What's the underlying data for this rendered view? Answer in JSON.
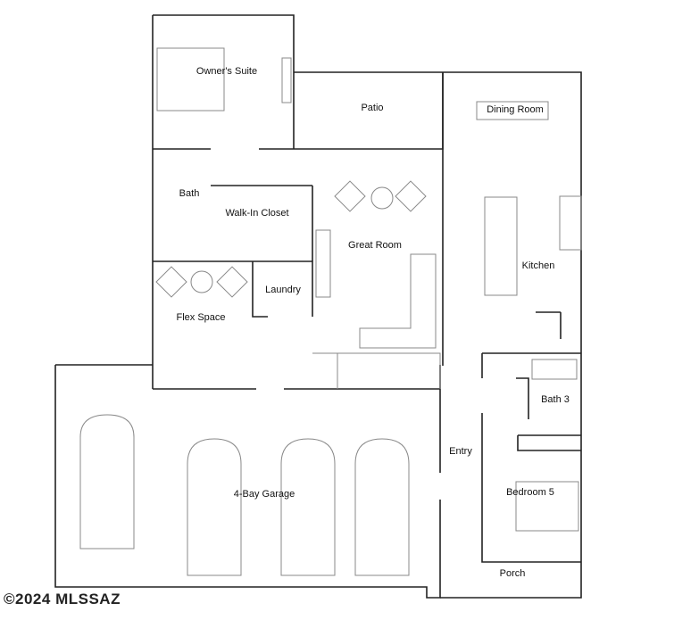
{
  "rooms": {
    "owners_suite": "Owner's Suite",
    "patio": "Patio",
    "dining_room": "Dining Room",
    "bath": "Bath",
    "walk_in_closet": "Walk-In Closet",
    "great_room": "Great Room",
    "kitchen": "Kitchen",
    "laundry": "Laundry",
    "flex_space": "Flex Space",
    "bath_3": "Bath 3",
    "entry": "Entry",
    "bedroom_5": "Bedroom 5",
    "garage": "4-Bay Garage",
    "porch": "Porch"
  },
  "watermark": "©2024 MLSSAZ",
  "colors": {
    "wall": "#222222",
    "furniture": "#8a8a8a"
  }
}
